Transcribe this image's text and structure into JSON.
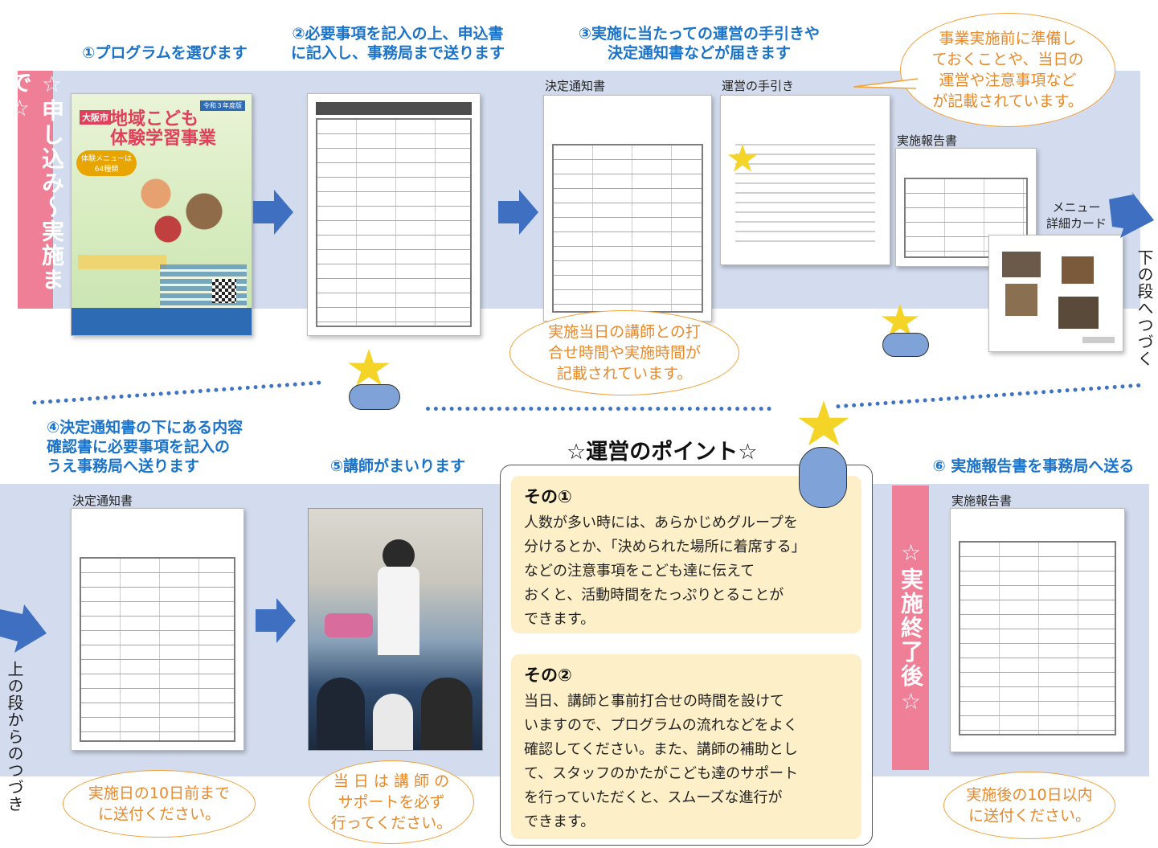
{
  "steps": {
    "s1": "①プログラムを選びます",
    "s2": "②必要事項を記入の上、申込書\nに記入し、事務局まで送ります",
    "s3": "③実施に当たっての運営の手引きや\n決定通知書などが届きます",
    "s4": "④決定通知書の下にある内容\n確認書に必要事項を記入の\nうえ事務局へ送ります",
    "s5": "⑤講師がまいります",
    "s6": "⑥ 実施報告書を事務局へ送る"
  },
  "side_tags": {
    "top": "☆申し込み～実施まで☆",
    "bottom": "☆実施終了後☆"
  },
  "notes": {
    "continue_below": "下の段へつづく",
    "continue_from_above": "上の段からのつづき"
  },
  "doc_labels": {
    "decision_notice": "決定通知書",
    "operation_guide": "運営の手引き",
    "report": "実施報告書",
    "menu_card": "メニュー\n詳細カード",
    "decision_notice_2": "決定通知書",
    "report_2": "実施報告書"
  },
  "brochure": {
    "city": "大阪市",
    "year": "令和３年度版",
    "title": "地域こども\n体験学習事業",
    "menu_count": "体験メニューは\n64種類"
  },
  "bubbles": {
    "pre_event": "事業実施前に準備し\nておくことや、当日の\n運営や注意事項など\nが記載されています。",
    "meeting_time": "実施当日の講師との打\n合せ時間や実施時間が\n記載されています。",
    "ten_days_before": "実施日の10日前まで\nに送付ください。",
    "support": "当 日 は 講 師 の\nサポートを必ず\n行ってください。",
    "ten_days_after": "実施後の10日以内\nに送付ください。"
  },
  "points": {
    "title": "☆運営のポイント☆",
    "items": [
      {
        "head": "その①",
        "text": "人数が多い時には、あらかじめグループを\n分けるとか、「決められた場所に着席する」\nなどの注意事項をこども達に伝えて\nおくと、活動時間をたっぷりとることが\nできます。"
      },
      {
        "head": "その②",
        "text": "当日、講師と事前打合せの時間を設けて\nいますので、プログラムの流れなどをよく\n確認してください。また、講師の補助とし\nて、スタッフのかたがこども達のサポート\nを行っていただくと、スムーズな進行が\nできます。"
      }
    ]
  },
  "colors": {
    "band": "#d3dcef",
    "accent_blue": "#1a73c8",
    "tag_pink": "#ef7f97",
    "bubble_orange": "#e8892a",
    "point_bg": "#fdefc7"
  }
}
